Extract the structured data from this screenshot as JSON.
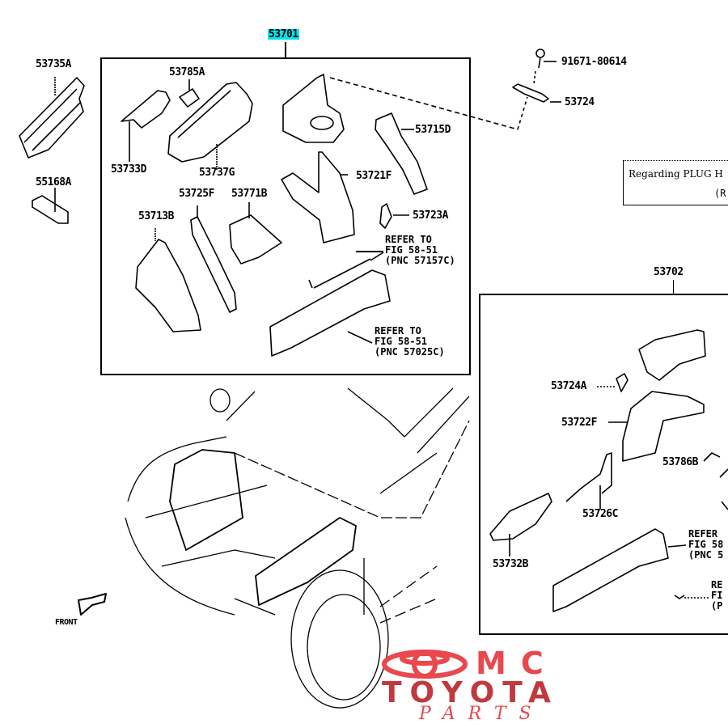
{
  "diagram": {
    "title_part": "53701",
    "group_parts": {
      "left_group": "53701",
      "right_group": "53702"
    },
    "highlight_color": "#00e5ee",
    "callouts": [
      {
        "id": "53735A"
      },
      {
        "id": "55168A"
      },
      {
        "id": "53785A"
      },
      {
        "id": "53733D"
      },
      {
        "id": "53737G"
      },
      {
        "id": "53725F"
      },
      {
        "id": "53771B"
      },
      {
        "id": "53713B"
      },
      {
        "id": "53721F"
      },
      {
        "id": "53715D"
      },
      {
        "id": "53723A"
      },
      {
        "id": "91671-80614"
      },
      {
        "id": "53724"
      },
      {
        "id": "53702"
      },
      {
        "id": "53724A"
      },
      {
        "id": "53722F"
      },
      {
        "id": "53786B"
      },
      {
        "id": "53726C"
      },
      {
        "id": "53732B"
      }
    ],
    "refer_notes": [
      {
        "line1": "REFER TO",
        "line2": "FIG 58-51",
        "line3": "(PNC 57157C)"
      },
      {
        "line1": "REFER TO",
        "line2": "FIG 58-51",
        "line3": "(PNC 57025C)"
      },
      {
        "line1": "REFER",
        "line2": "FIG 58",
        "line3": "(PNC 5"
      },
      {
        "line1": "RE",
        "line2": "FI",
        "line3": "(P"
      }
    ],
    "info_box": {
      "line1": "Regarding PLUG H",
      "line2": "(R"
    },
    "front_label": "FRONT",
    "front_icon": "front-arrow-icon"
  },
  "watermark": {
    "line1": "MC",
    "line2": "TOYOTA",
    "line3": "PARTS",
    "color_primary": "#e8484e",
    "color_secondary": "#c0393f"
  }
}
